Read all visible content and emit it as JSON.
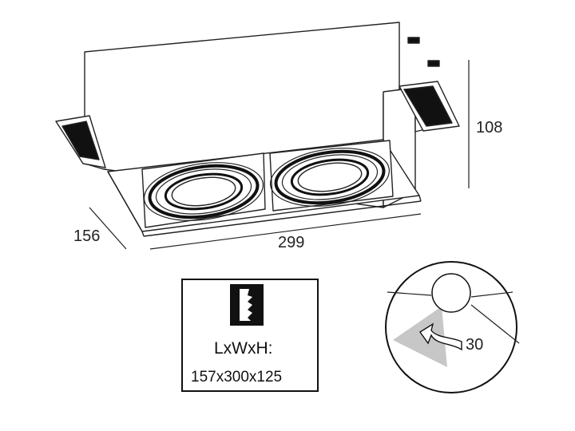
{
  "dimensions": {
    "height": "108",
    "depth": "156",
    "width": "299"
  },
  "cutout_box": {
    "label": "LxWxH:",
    "value": "157x300x125",
    "icon": "ceiling-recess-icon"
  },
  "tilt_inset": {
    "angle_label": "30",
    "icon": "rotate-arrow-icon"
  },
  "colors": {
    "line": "#222222",
    "dark": "#111111",
    "shade": "#bdbdbd"
  }
}
